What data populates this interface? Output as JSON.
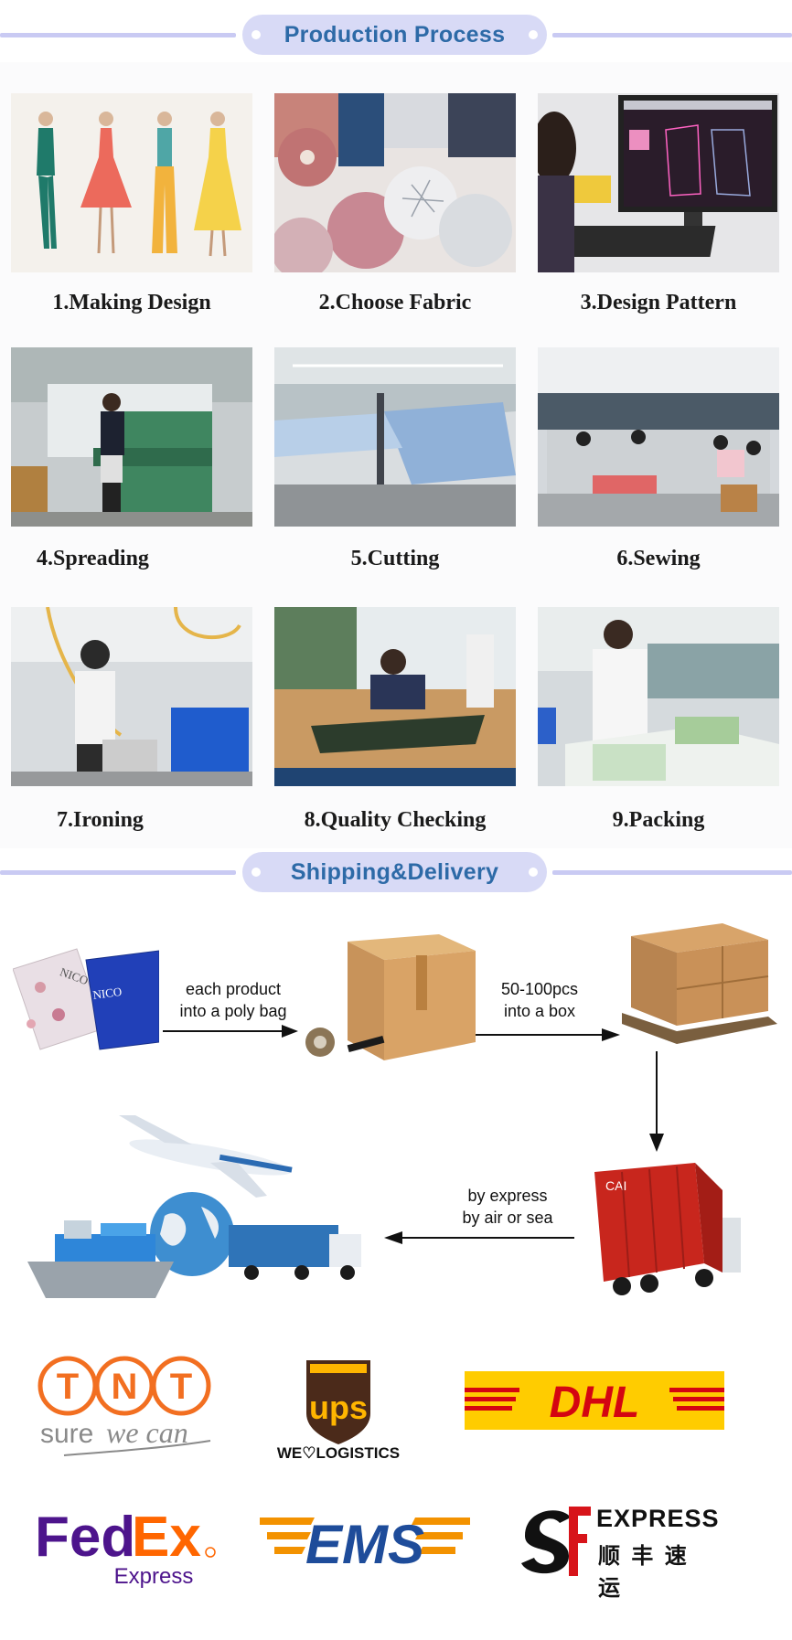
{
  "production": {
    "title": "Production Process",
    "steps": [
      {
        "label": "1.Making Design"
      },
      {
        "label": "2.Choose  Fabric"
      },
      {
        "label": "3.Design Pattern"
      },
      {
        "label": "4.Spreading"
      },
      {
        "label": "5.Cutting"
      },
      {
        "label": "6.Sewing"
      },
      {
        "label": "7.Ironing"
      },
      {
        "label": "8.Quality Checking"
      },
      {
        "label": "9.Packing"
      }
    ]
  },
  "shipping": {
    "title": "Shipping&Delivery",
    "step1_line1": "each product",
    "step1_line2": "into a poly bag",
    "step2_line1": "50-100pcs",
    "step2_line2": "into a box",
    "step3_line1": "by express",
    "step3_line2": "by air or sea",
    "bag_text": "NICO"
  },
  "carriers": {
    "tnt_logo": "TNT",
    "tnt_tagline_1": "sure",
    "tnt_tagline_2": "we can",
    "ups_logo": "ups",
    "ups_tagline": "WE♡LOGISTICS",
    "dhl_logo": "DHL",
    "fedex_fed": "Fed",
    "fedex_ex": "Ex",
    "fedex_sub": "Express",
    "ems_logo": "EMS",
    "sf_logo": "SF",
    "sf_express": "EXPRESS",
    "sf_chinese": "顺 丰 速 运"
  },
  "colors": {
    "header_pill": "#d8daf6",
    "header_text": "#2d6aa7",
    "tnt_orange": "#f26f21",
    "ups_brown": "#4b2a1a",
    "ups_gold": "#ffb500",
    "dhl_yellow": "#ffcc00",
    "dhl_red": "#d40511",
    "fedex_purple": "#4d148c",
    "fedex_orange": "#ff6600",
    "ems_blue": "#1e4c9a",
    "ems_orange": "#f39200",
    "sf_red": "#d7141a"
  }
}
